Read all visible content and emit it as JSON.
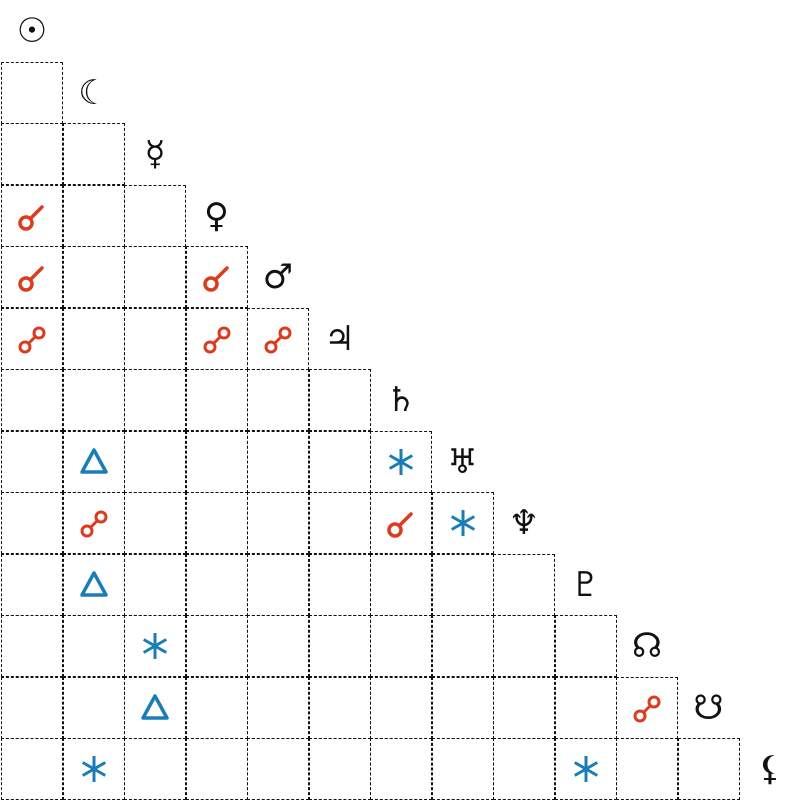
{
  "planets": [
    {
      "name": "Sun",
      "glyph": "☉"
    },
    {
      "name": "Moon",
      "glyph": "☾"
    },
    {
      "name": "Mercury",
      "glyph": "☿"
    },
    {
      "name": "Venus",
      "glyph": "♀"
    },
    {
      "name": "Mars",
      "glyph": "♂"
    },
    {
      "name": "Jupiter",
      "glyph": "♃"
    },
    {
      "name": "Saturn",
      "glyph": "♄"
    },
    {
      "name": "Uranus",
      "glyph": "♅"
    },
    {
      "name": "Neptune",
      "glyph": "♆"
    },
    {
      "name": "Pluto",
      "glyph": "♇"
    },
    {
      "name": "North Node",
      "glyph": "☊"
    },
    {
      "name": "South Node",
      "glyph": "☋"
    },
    {
      "name": "Lilith",
      "glyph": "⚸"
    }
  ],
  "aspects": [
    {
      "row": 3,
      "col": 0,
      "type": "conjunction"
    },
    {
      "row": 4,
      "col": 0,
      "type": "conjunction"
    },
    {
      "row": 4,
      "col": 3,
      "type": "conjunction"
    },
    {
      "row": 5,
      "col": 0,
      "type": "opposition"
    },
    {
      "row": 5,
      "col": 3,
      "type": "opposition"
    },
    {
      "row": 5,
      "col": 4,
      "type": "opposition"
    },
    {
      "row": 7,
      "col": 1,
      "type": "trine"
    },
    {
      "row": 7,
      "col": 6,
      "type": "sextile"
    },
    {
      "row": 8,
      "col": 1,
      "type": "opposition"
    },
    {
      "row": 8,
      "col": 6,
      "type": "conjunction"
    },
    {
      "row": 8,
      "col": 7,
      "type": "sextile"
    },
    {
      "row": 9,
      "col": 1,
      "type": "trine"
    },
    {
      "row": 10,
      "col": 2,
      "type": "sextile"
    },
    {
      "row": 11,
      "col": 2,
      "type": "trine"
    },
    {
      "row": 11,
      "col": 10,
      "type": "opposition"
    },
    {
      "row": 12,
      "col": 1,
      "type": "sextile"
    },
    {
      "row": 12,
      "col": 9,
      "type": "sextile"
    }
  ],
  "colors": {
    "hard": "#dd3b1e",
    "soft": "#1a7db8",
    "grid": "#111111",
    "planet": "#111111"
  }
}
